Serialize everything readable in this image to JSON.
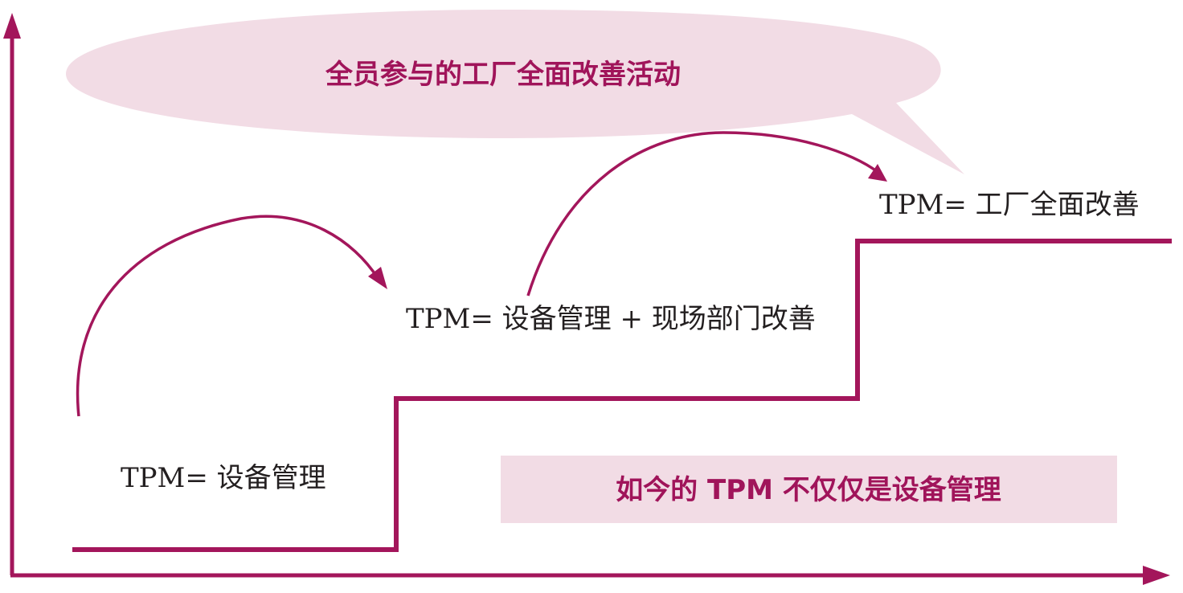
{
  "colors": {
    "accent": "#a3165b",
    "accent_text": "#a0145a",
    "bubble_fill": "#f2dce5",
    "note_fill": "#f2dce5",
    "label_text": "#231f20",
    "background": "#ffffff"
  },
  "bubble": {
    "text": "全员参与的工厂全面改善活动"
  },
  "stages": [
    {
      "label": "TPM= 设备管理"
    },
    {
      "label": "TPM= 设备管理 + 现场部门改善"
    },
    {
      "label": "TPM= 工厂全面改善"
    }
  ],
  "note": {
    "text": "如今的 TPM 不仅仅是设备管理"
  }
}
